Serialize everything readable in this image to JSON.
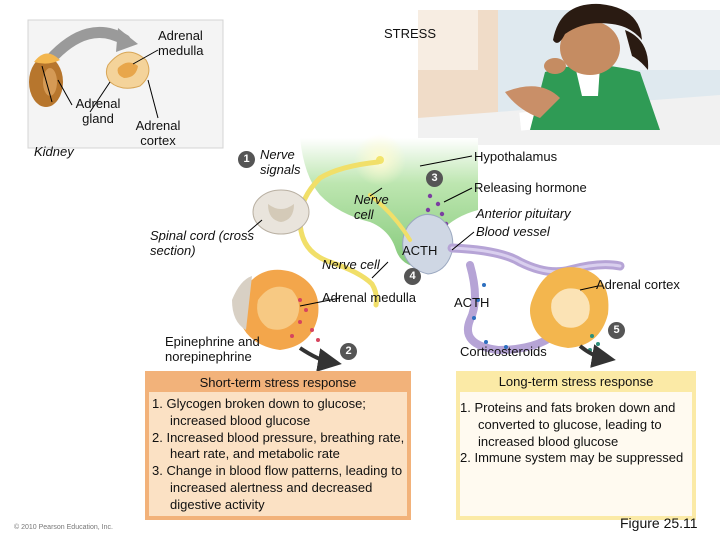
{
  "labels": {
    "adrenal_medulla_top": "Adrenal medulla",
    "stress": "STRESS",
    "adrenal_gland": "Adrenal gland",
    "adrenal_cortex_left": "Adrenal cortex",
    "kidney": "Kidney",
    "nerve_signals": "Nerve signals",
    "hypothalamus": "Hypothalamus",
    "releasing_hormone": "Releasing hormone",
    "nerve_cell_upper": "Nerve cell",
    "anterior_pituitary": "Anterior pituitary",
    "blood_vessel": "Blood vessel",
    "spinal_cord": "Spinal cord (cross section)",
    "nerve_cell_lower": "Nerve cell",
    "acth_upper": "ACTH",
    "adrenal_cortex_right": "Adrenal cortex",
    "adrenal_medulla_mid": "Adrenal medulla",
    "acth_lower": "ACTH",
    "epinephrine": "Epinephrine and norepinephrine",
    "corticosteroids": "Corticosteroids",
    "copyright": "© 2010 Pearson Education, Inc.",
    "figure": "Figure 25.11"
  },
  "step_numbers": [
    "1",
    "2",
    "3",
    "4",
    "5"
  ],
  "short_term": {
    "title": "Short-term stress response",
    "items": [
      "1. Glycogen broken down to glucose; increased blood glucose",
      "2. Increased blood pressure, breathing rate, heart rate, and metabolic rate",
      "3. Change in blood flow patterns, leading to increased alertness and decreased digestive activity"
    ]
  },
  "long_term": {
    "title": "Long-term stress response",
    "items": [
      "1. Proteins and fats broken down and converted to glucose, leading to increased blood glucose",
      "2. Immune system may be suppressed"
    ]
  },
  "colors": {
    "box_orange": "#f2b27a",
    "box_yellow": "#fbeaa6",
    "hypothalamus_green": "#9fd493",
    "nerve_yellow": "#f1df69",
    "vessel_purple": "#b6a4d6",
    "adrenal_orange": "#f3a64b",
    "kidney_brown": "#b7762d"
  }
}
